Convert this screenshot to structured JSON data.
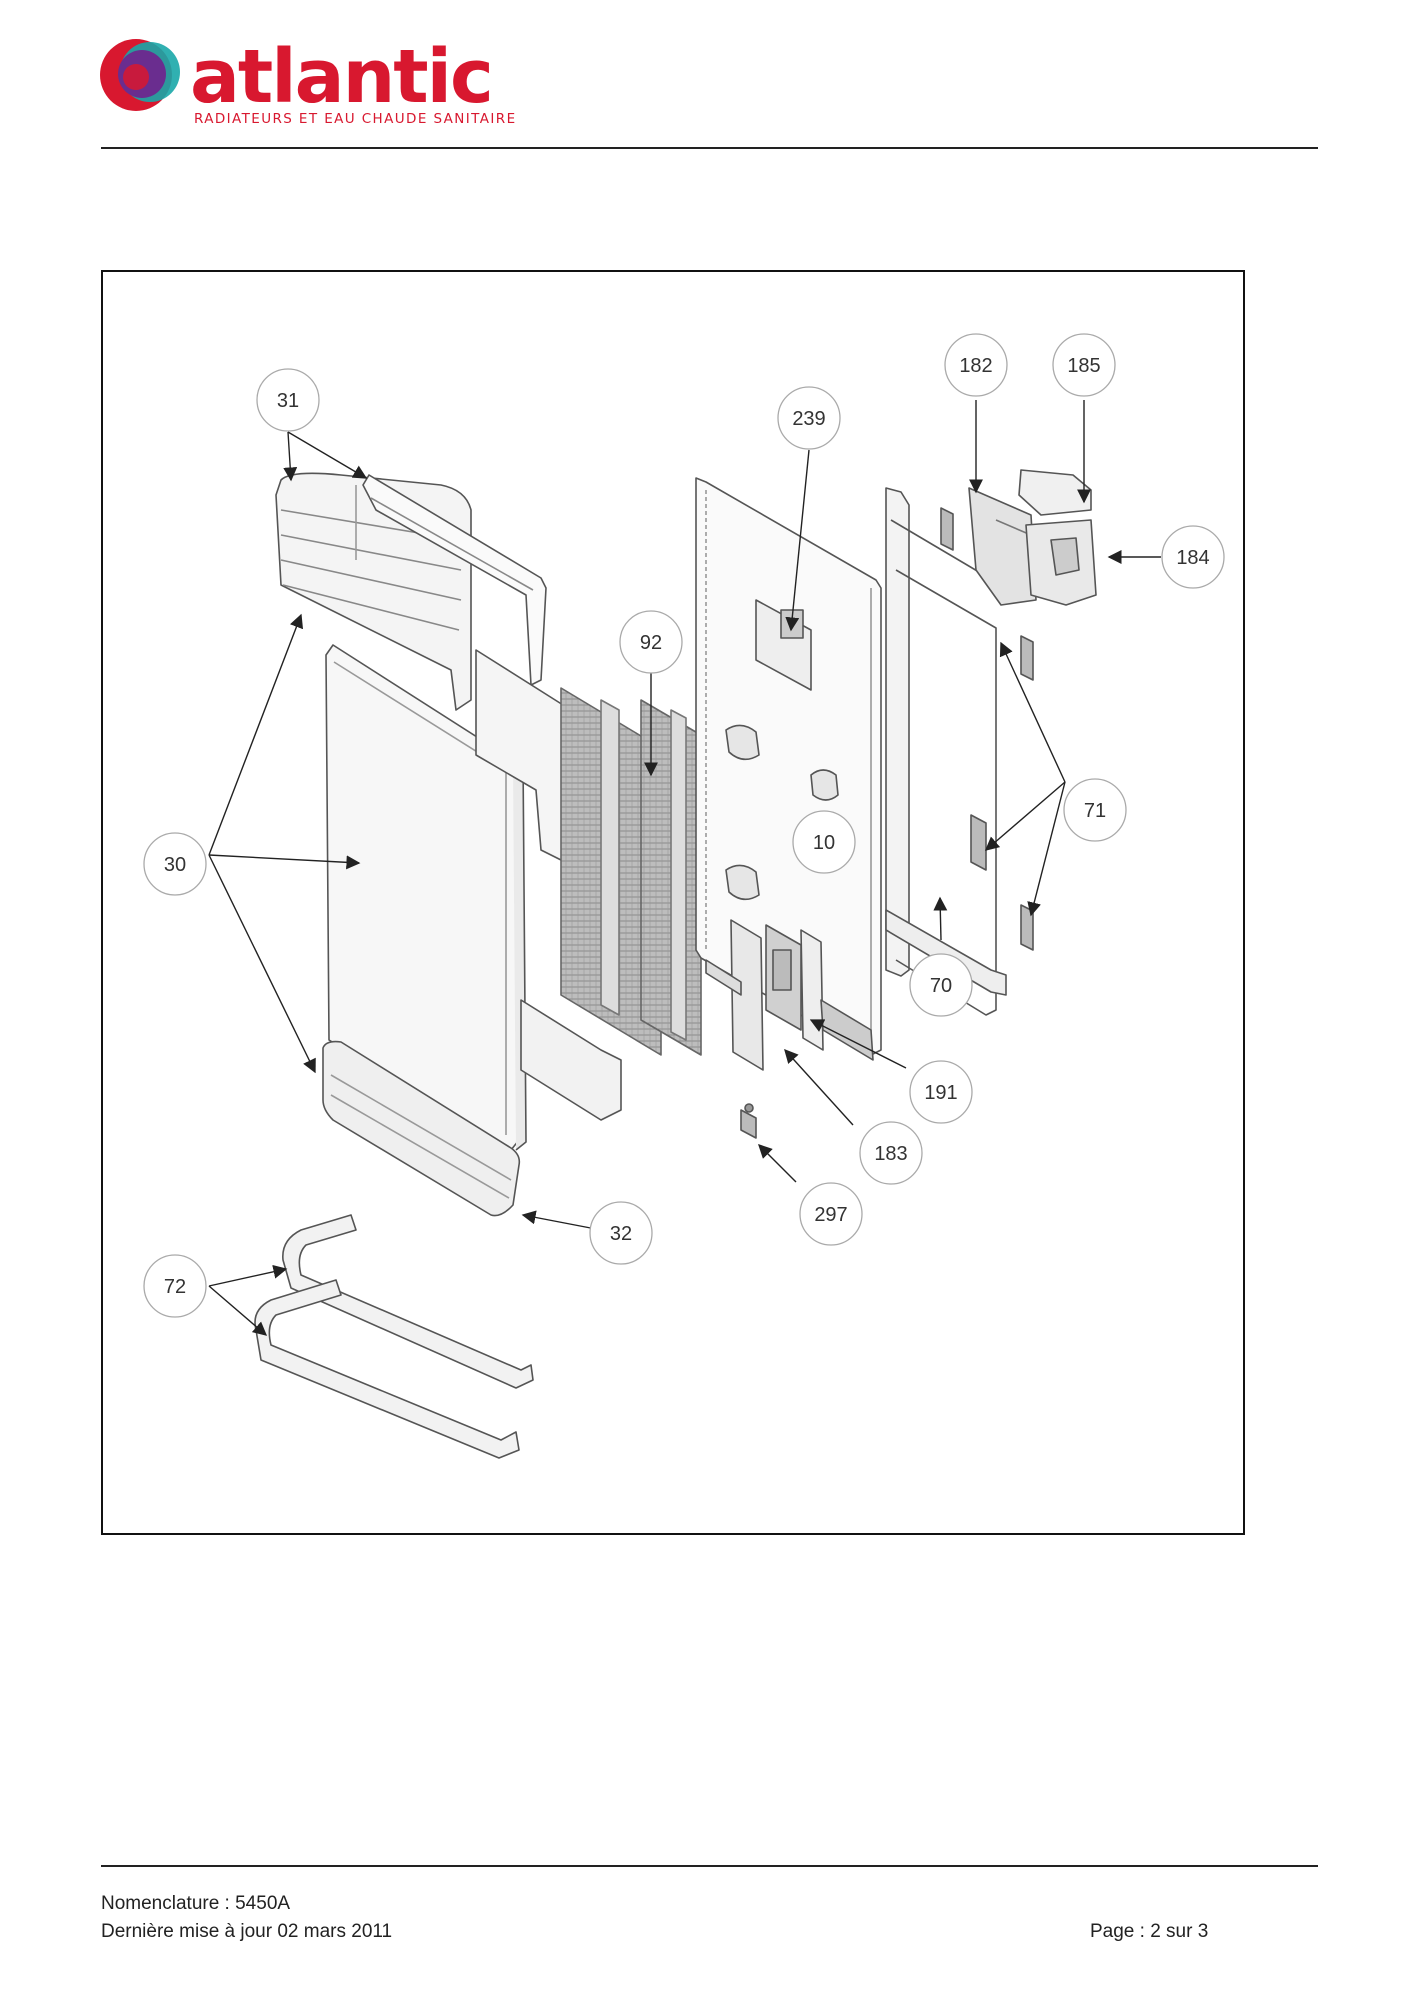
{
  "header": {
    "brand_name": "atlantic",
    "brand_tagline": "RADIATEURS ET EAU CHAUDE SANITAIRE",
    "colors": {
      "brand_red": "#d8182f",
      "logo_purple": "#6a2d8f",
      "logo_teal": "#1aa7a8"
    }
  },
  "diagram": {
    "callouts": [
      {
        "id": "31",
        "label": "31"
      },
      {
        "id": "239",
        "label": "239"
      },
      {
        "id": "182",
        "label": "182"
      },
      {
        "id": "185",
        "label": "185"
      },
      {
        "id": "184",
        "label": "184"
      },
      {
        "id": "92",
        "label": "92"
      },
      {
        "id": "30",
        "label": "30"
      },
      {
        "id": "10",
        "label": "10"
      },
      {
        "id": "71",
        "label": "71"
      },
      {
        "id": "70",
        "label": "70"
      },
      {
        "id": "191",
        "label": "191"
      },
      {
        "id": "183",
        "label": "183"
      },
      {
        "id": "297",
        "label": "297"
      },
      {
        "id": "32",
        "label": "32"
      },
      {
        "id": "72",
        "label": "72"
      }
    ]
  },
  "footer": {
    "nomenclature": "Nomenclature : 5450A",
    "updated": "Dernière mise à jour 02 mars 2011",
    "page": "Page : 2 sur 3"
  }
}
